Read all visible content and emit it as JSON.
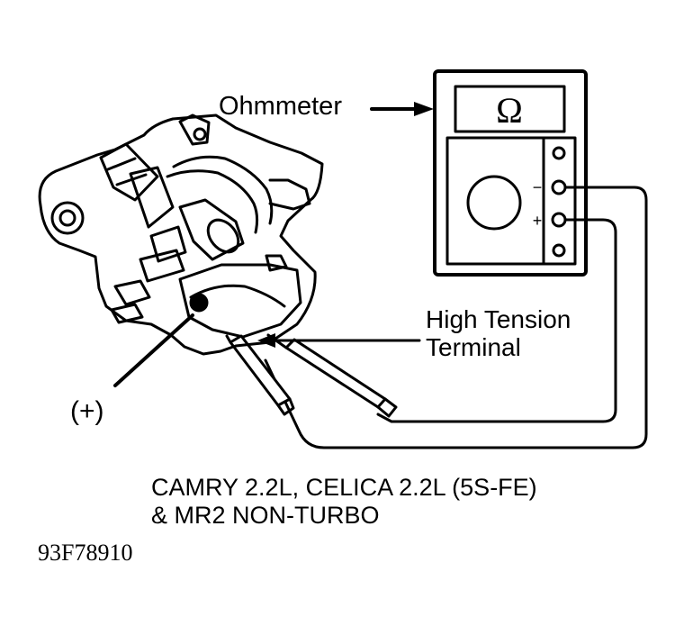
{
  "labels": {
    "ohmmeter": "Ohmmeter",
    "meter_symbol": "Ω",
    "meter_minus": "−",
    "meter_plus": "+",
    "high_tension_1": "High Tension",
    "high_tension_2": "Terminal",
    "positive": "(+)"
  },
  "caption": {
    "line1": "CAMRY 2.2L, CELICA 2.2L (5S-FE)",
    "line2": "& MR2 NON-TURBO"
  },
  "figure_id": "93F78910",
  "colors": {
    "ink": "#000000",
    "paper": "#ffffff"
  }
}
